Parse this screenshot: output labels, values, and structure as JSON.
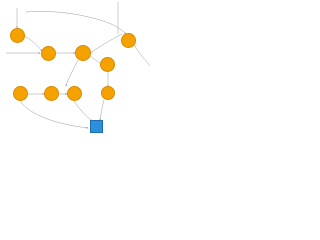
{
  "colors": {
    "node_fill": "#f5a100",
    "node_border": "#d98a00",
    "terminal_fill": "#2a8fdc",
    "edge": "#9a9a9a"
  },
  "title": "",
  "nodes": [
    {
      "id": "n1",
      "label": ""
    },
    {
      "id": "n2",
      "label": ""
    },
    {
      "id": "n3",
      "label": ""
    },
    {
      "id": "n4",
      "label": ""
    },
    {
      "id": "n5",
      "label": ""
    },
    {
      "id": "n6",
      "label": ""
    },
    {
      "id": "n7",
      "label": ""
    },
    {
      "id": "n8",
      "label": ""
    },
    {
      "id": "n9",
      "label": ""
    },
    {
      "id": "terminal",
      "label": ""
    }
  ],
  "edge_labels": [
    {
      "id": "e1",
      "text": ""
    },
    {
      "id": "e2",
      "text": ""
    },
    {
      "id": "e3",
      "text": ""
    },
    {
      "id": "e4",
      "text": ""
    },
    {
      "id": "e5",
      "text": ""
    },
    {
      "id": "e6",
      "text": ""
    },
    {
      "id": "e7",
      "text": ""
    },
    {
      "id": "e8",
      "text": ""
    }
  ]
}
